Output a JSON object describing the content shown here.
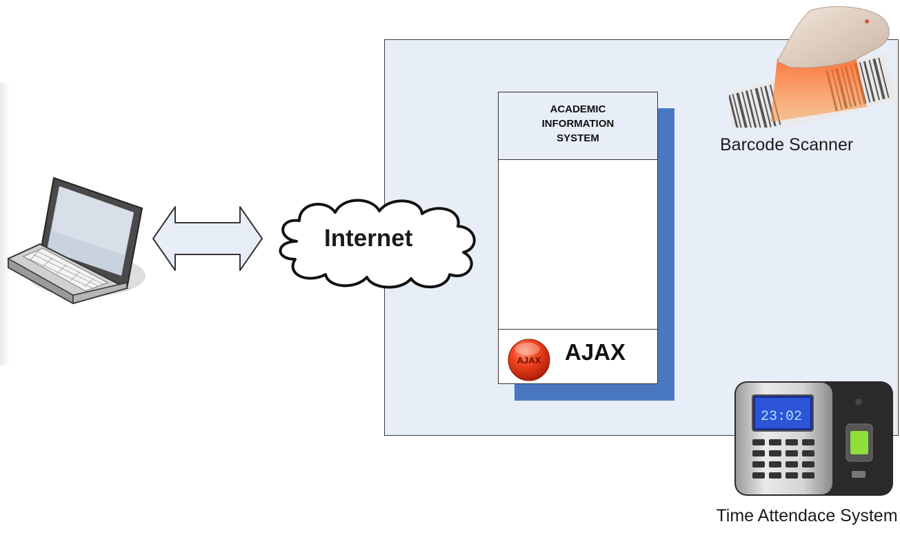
{
  "diagram": {
    "internet_label": "Internet",
    "system_title": "ACADEMIC INFORMATION SYSTEM",
    "ajax_label": "AJAX",
    "ajax_logo_text": "AJAX",
    "scanner_label": "Barcode Scanner",
    "clock_label": "Time Attendace System",
    "clock_display_time": "23:02"
  },
  "colors": {
    "panel_fill": "#e8eef8",
    "shadow_blue": "#4a78c0",
    "ajax_red": "#e8401c"
  },
  "icons": [
    "laptop-icon",
    "double-arrow-icon",
    "cloud-icon",
    "barcode-scanner-icon",
    "time-attendance-device-icon",
    "ajax-logo-icon"
  ]
}
